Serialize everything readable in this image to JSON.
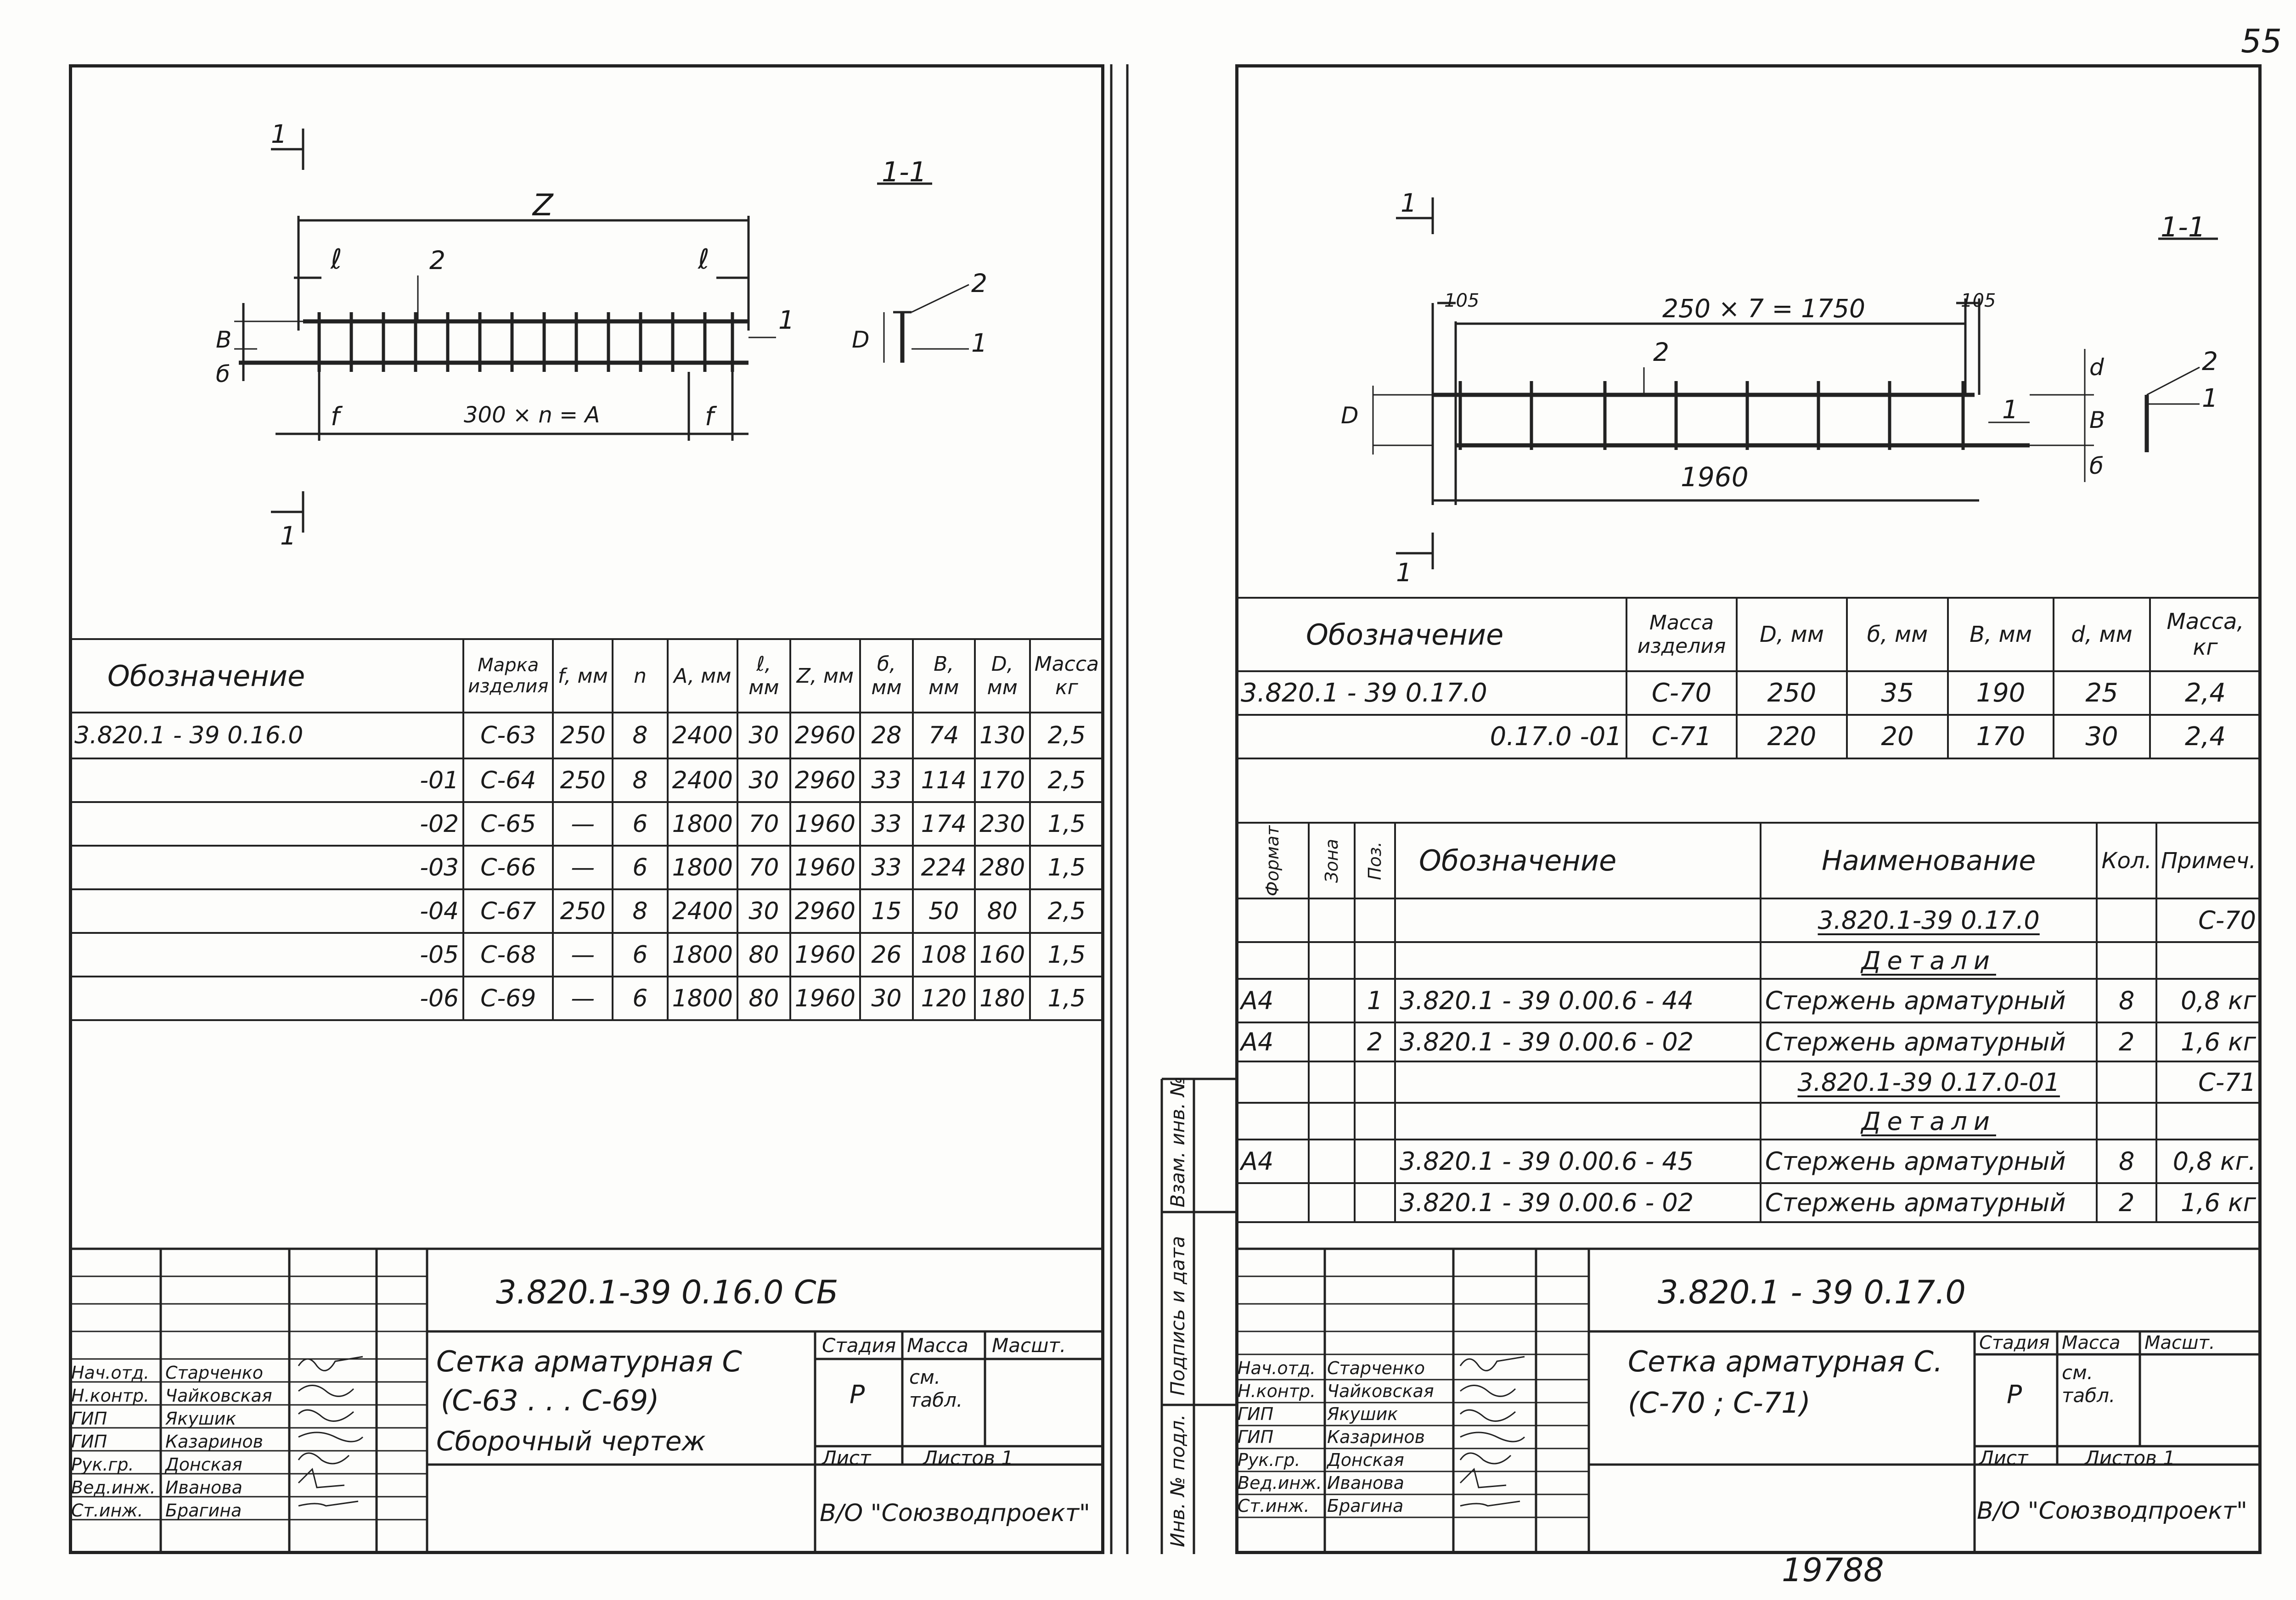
{
  "page_number": "55",
  "archive_number": "19788",
  "left": {
    "labels": {
      "section": "1-1",
      "cut": "1",
      "L": "Z",
      "l": "ℓ",
      "pos2": "2",
      "pos1": "1",
      "B": "B",
      "b": "б",
      "D": "D",
      "f": "f",
      "spacing": "300 × n = A"
    },
    "spec": {
      "headers": [
        "Обозначение",
        "Марка изделия",
        "f, мм",
        "n",
        "A, мм",
        "ℓ, мм",
        "Z, мм",
        "б, мм",
        "B, мм",
        "D, мм",
        "Масса кг"
      ],
      "rows": [
        [
          "3.820.1 - 39   0.16.0",
          "С-63",
          "250",
          "8",
          "2400",
          "30",
          "2960",
          "28",
          "74",
          "130",
          "2,5"
        ],
        [
          "-01",
          "С-64",
          "250",
          "8",
          "2400",
          "30",
          "2960",
          "33",
          "114",
          "170",
          "2,5"
        ],
        [
          "-02",
          "С-65",
          "—",
          "6",
          "1800",
          "70",
          "1960",
          "33",
          "174",
          "230",
          "1,5"
        ],
        [
          "-03",
          "С-66",
          "—",
          "6",
          "1800",
          "70",
          "1960",
          "33",
          "224",
          "280",
          "1,5"
        ],
        [
          "-04",
          "С-67",
          "250",
          "8",
          "2400",
          "30",
          "2960",
          "15",
          "50",
          "80",
          "2,5"
        ],
        [
          "-05",
          "С-68",
          "—",
          "6",
          "1800",
          "80",
          "1960",
          "26",
          "108",
          "160",
          "1,5"
        ],
        [
          "-06",
          "С-69",
          "—",
          "6",
          "1800",
          "80",
          "1960",
          "30",
          "120",
          "180",
          "1,5"
        ]
      ]
    },
    "stamp": {
      "code": "3.820.1-39  0.16.0 СБ",
      "title1": "Сетка  арматурная С",
      "title2": "(С-63 .  .  .  С-69)",
      "title3": "Сборочный  чертеж",
      "stage_h": "Стадия",
      "mass_h": "Масса",
      "scale_h": "Масшт.",
      "stage": "Р",
      "mass": "см. табл.",
      "sheet": "Лист",
      "sheets": "Листов 1",
      "org": "В/О \"Союзводпроект\"",
      "roles": [
        "Нач.отд.",
        "Н.контр.",
        "ГИП",
        "ГИП",
        "Рук.гр.",
        "Вед.инж.",
        "Ст.инж."
      ],
      "names": [
        "Старченко",
        "Чайковская",
        "Якушик",
        "Казаринов",
        "Донская",
        "Иванова",
        "Брагина"
      ]
    }
  },
  "right": {
    "labels": {
      "section": "1-1",
      "cut": "1",
      "end": "105",
      "spacing": "250 × 7 = 1750",
      "total": "1960",
      "pos2": "2",
      "pos1": "1",
      "D": "D",
      "B": "B",
      "b": "б",
      "d": "d"
    },
    "spec": {
      "headers": [
        "Обозначение",
        "Масса изделия",
        "D, мм",
        "б, мм",
        "B, мм",
        "d, мм",
        "Масса, кг"
      ],
      "rows": [
        [
          "3.820.1 - 39          0.17.0",
          "С-70",
          "250",
          "35",
          "190",
          "25",
          "2,4"
        ],
        [
          "0.17.0 -01",
          "С-71",
          "220",
          "20",
          "170",
          "30",
          "2,4"
        ]
      ]
    },
    "bom": {
      "headers": [
        "Формат",
        "Зона",
        "Поз.",
        "Обозначение",
        "Наименование",
        "Кол.",
        "Примеч."
      ],
      "rows": [
        [
          "",
          "",
          "",
          "",
          "3.820.1-39   0.17.0",
          "",
          "С-70"
        ],
        [
          "",
          "",
          "",
          "",
          "Детали",
          "",
          ""
        ],
        [
          "А4",
          "",
          "1",
          "3.820.1 - 39      0.00.6   - 44",
          "Стержень арматурный",
          "8",
          "0,8 кг"
        ],
        [
          "А4",
          "",
          "2",
          "3.820.1 - 39    0.00.6   - 02",
          "Стержень арматурный",
          "2",
          "1,6 кг"
        ],
        [
          "",
          "",
          "",
          "",
          "3.820.1-39   0.17.0-01",
          "",
          "С-71"
        ],
        [
          "",
          "",
          "",
          "",
          "Детали",
          "",
          ""
        ],
        [
          "А4",
          "",
          "",
          "3.820.1 - 39  0.00.6   - 45",
          "Стержень арматурный",
          "8",
          "0,8 кг."
        ],
        [
          "",
          "",
          "",
          "3.820.1 - 39  0.00.6    - 02",
          "Стержень арматурный",
          "2",
          "1,6 кг"
        ]
      ]
    },
    "stamp": {
      "code": "3.820.1 - 39  0.17.0",
      "title1": "Сетка  арматурная С.",
      "title2": "(С-70 ;  С-71)",
      "stage_h": "Стадия",
      "mass_h": "Масса",
      "scale_h": "Масшт.",
      "stage": "Р",
      "mass": "см. табл.",
      "sheet": "Лист",
      "sheets": "Листов 1",
      "org": "В/О \"Союзводпроект\"",
      "roles": [
        "Нач.отд.",
        "Н.контр.",
        "ГИП",
        "ГИП",
        "Рук.гр.",
        "Вед.инж.",
        "Ст.инж."
      ],
      "names": [
        "Старченко",
        "Чайковская",
        "Якушик",
        "Казаринов",
        "Донская",
        "Иванова",
        "Брагина"
      ]
    }
  },
  "side_strip": [
    "Инв. № подл.",
    "Подпись и дата",
    "Взам. инв. №"
  ]
}
